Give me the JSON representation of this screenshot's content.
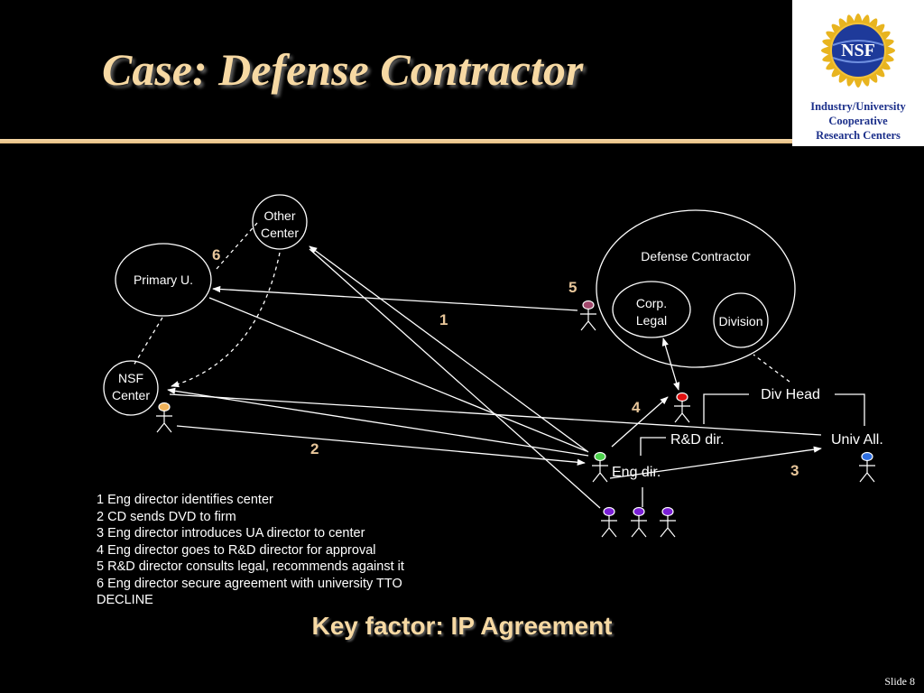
{
  "title": "Case: Defense Contractor",
  "logo": {
    "mark": "NSF",
    "caption_lines": [
      "Industry/University",
      "Cooperative",
      "Research Centers"
    ]
  },
  "nodes": {
    "other_center": [
      "Other",
      "Center"
    ],
    "primary_u": "Primary U.",
    "nsf_center": [
      "NSF",
      "Center"
    ],
    "defense_contractor": "Defense Contractor",
    "corp_legal": [
      "Corp.",
      "Legal"
    ],
    "division": "Division",
    "div_head": "Div Head",
    "rd_dir": "R&D dir.",
    "eng_dir": "Eng dir.",
    "univ_all": "Univ All."
  },
  "step_markers": [
    "1",
    "2",
    "3",
    "4",
    "5",
    "6"
  ],
  "legend": [
    "1 Eng director identifies center",
    "2 CD sends DVD to firm",
    "3 Eng director introduces UA director to center",
    "4 Eng director goes to R&D director for approval",
    "5 R&D director consults legal, recommends against it",
    "6 Eng director secure agreement with university TTO",
    "DECLINE"
  ],
  "key_factor": "Key factor: IP Agreement",
  "slide_label": "Slide 8",
  "colors": {
    "title": "#f7d9a3",
    "person_nsf": "#f0b25a",
    "person_legal": "#a0476b",
    "person_rd": "#e01010",
    "person_eng": "#4cd24c",
    "person_univ": "#2f6fe0",
    "person_team": "#7a1fd6"
  }
}
